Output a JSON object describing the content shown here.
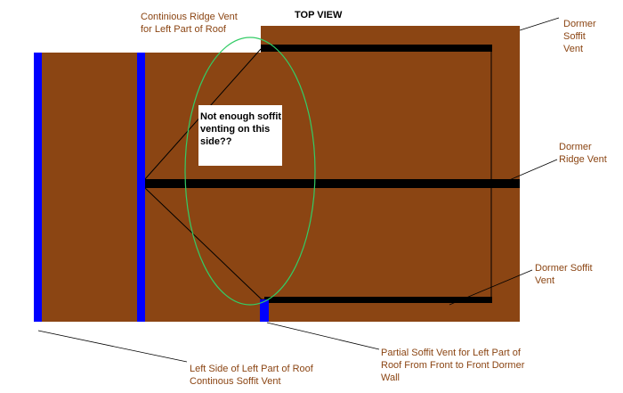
{
  "colors": {
    "roof": "#8b4513",
    "soffit_vent": "#0000ff",
    "ridge_vent": "#000000",
    "highlight_circle": "#33cc66",
    "label_text": "#8b4513"
  },
  "labels": {
    "top_view": "TOP VIEW",
    "continuous_ridge_vent": [
      "Continious Ridge Vent",
      "for Left Part of Roof"
    ],
    "dormer_soffit_vent_top": [
      "Dormer",
      "Soffit",
      "Vent"
    ],
    "dormer_ridge_vent": [
      "Dormer",
      "Ridge Vent"
    ],
    "dormer_soffit_vent_bottom": [
      "Dormer Soffit",
      "Vent"
    ],
    "left_side_continuous": [
      "Left Side of Left Part of Roof",
      "Continous Soffit Vent"
    ],
    "partial_soffit_vent": [
      "Partial Soffit Vent for Left Part of",
      "Roof From Front to Front Dormer",
      "Wall"
    ]
  },
  "note": {
    "lines": [
      "Not enough soffit",
      "venting on this",
      "side??"
    ]
  }
}
